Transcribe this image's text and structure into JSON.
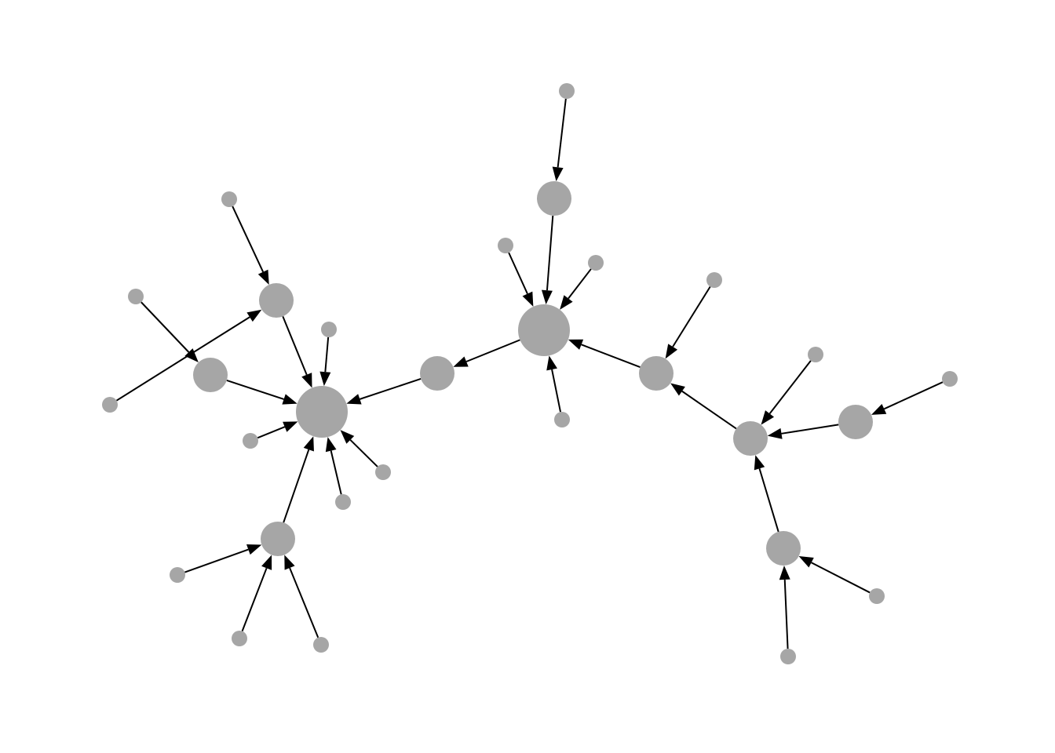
{
  "diagram": {
    "type": "directed-graph",
    "node_color": "#a6a6a6",
    "edge_color": "#000000",
    "background": "#ffffff",
    "nodes": [
      {
        "id": "n0",
        "size": "large"
      },
      {
        "id": "n1",
        "size": "medium"
      },
      {
        "id": "n2",
        "size": "medium"
      },
      {
        "id": "n3",
        "size": "medium"
      },
      {
        "id": "n4",
        "size": "medium"
      },
      {
        "id": "n5",
        "size": "small"
      },
      {
        "id": "n6",
        "size": "small"
      },
      {
        "id": "n7",
        "size": "small"
      },
      {
        "id": "n8",
        "size": "small"
      },
      {
        "id": "n9",
        "size": "small"
      },
      {
        "id": "n10",
        "size": "small"
      },
      {
        "id": "n11",
        "size": "small"
      },
      {
        "id": "n12",
        "size": "small"
      },
      {
        "id": "n13",
        "size": "small"
      },
      {
        "id": "n14",
        "size": "large"
      },
      {
        "id": "n15",
        "size": "medium"
      },
      {
        "id": "n16",
        "size": "small"
      },
      {
        "id": "n17",
        "size": "small"
      },
      {
        "id": "n18",
        "size": "small"
      },
      {
        "id": "n19",
        "size": "small"
      },
      {
        "id": "n20",
        "size": "medium"
      },
      {
        "id": "n21",
        "size": "small"
      },
      {
        "id": "n22",
        "size": "medium"
      },
      {
        "id": "n23",
        "size": "small"
      },
      {
        "id": "n24",
        "size": "medium"
      },
      {
        "id": "n25",
        "size": "small"
      },
      {
        "id": "n26",
        "size": "medium"
      },
      {
        "id": "n27",
        "size": "small"
      },
      {
        "id": "n28",
        "size": "small"
      }
    ],
    "edges": [
      {
        "from": "n1",
        "to": "n0"
      },
      {
        "from": "n2",
        "to": "n0"
      },
      {
        "from": "n3",
        "to": "n0"
      },
      {
        "from": "n4",
        "to": "n0"
      },
      {
        "from": "n9",
        "to": "n0"
      },
      {
        "from": "n10",
        "to": "n0"
      },
      {
        "from": "n11",
        "to": "n0"
      },
      {
        "from": "n12",
        "to": "n0"
      },
      {
        "from": "n5",
        "to": "n1"
      },
      {
        "from": "n6",
        "to": "n2"
      },
      {
        "from": "n7",
        "to": "n2"
      },
      {
        "from": "n8",
        "to": "n4"
      },
      {
        "from": "n13",
        "to": "n4"
      },
      {
        "from": "n14",
        "to": "n3"
      },
      {
        "from": "n15",
        "to": "n14"
      },
      {
        "from": "n16",
        "to": "n14"
      },
      {
        "from": "n17",
        "to": "n14"
      },
      {
        "from": "n18",
        "to": "n14"
      },
      {
        "from": "n19",
        "to": "n15"
      },
      {
        "from": "n20",
        "to": "n14"
      },
      {
        "from": "n21",
        "to": "n20"
      },
      {
        "from": "n22",
        "to": "n20"
      },
      {
        "from": "n23",
        "to": "n22"
      },
      {
        "from": "n24",
        "to": "n22"
      },
      {
        "from": "n25",
        "to": "n24"
      },
      {
        "from": "n26",
        "to": "n22"
      },
      {
        "from": "n27",
        "to": "n26"
      },
      {
        "from": "n28",
        "to": "n26"
      }
    ]
  }
}
